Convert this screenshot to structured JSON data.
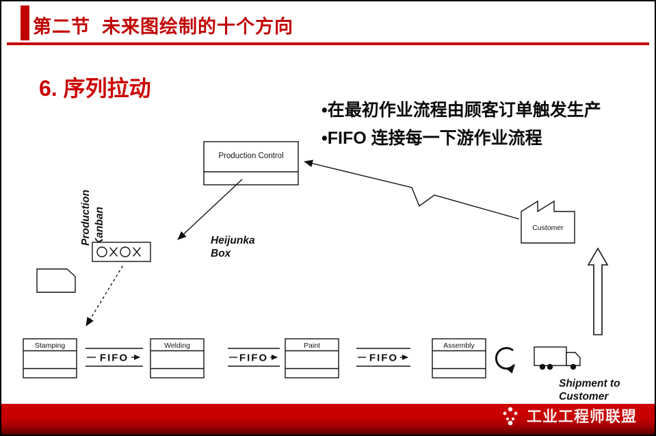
{
  "header": {
    "title": "第二节  未来图绘制的十个方向"
  },
  "content": {
    "section_title": "6. 序列拉动",
    "bullets": [
      "•在最初作业流程由顾客订单触发生产",
      "•FIFO 连接每一下游作业流程"
    ]
  },
  "diagram": {
    "production_control_label": "Production Control",
    "customer_label": "Customer",
    "production_kanban_label": [
      "Production",
      "Kanban"
    ],
    "heijunka_label": [
      "Heijunka",
      "Box"
    ],
    "fifo_label": "FIFO",
    "processes": [
      "Stamping",
      "Welding",
      "Paint",
      "Assembly"
    ],
    "shipment_label": [
      "Shipment to",
      "Customer"
    ]
  },
  "footer": {
    "logo_text": "工业工程师联盟"
  },
  "colors": {
    "accent_red": "#c00000",
    "rule_red": "#c60000",
    "footer_red": "#c30000",
    "footer_dark": "#550000",
    "text_black": "#111111"
  }
}
